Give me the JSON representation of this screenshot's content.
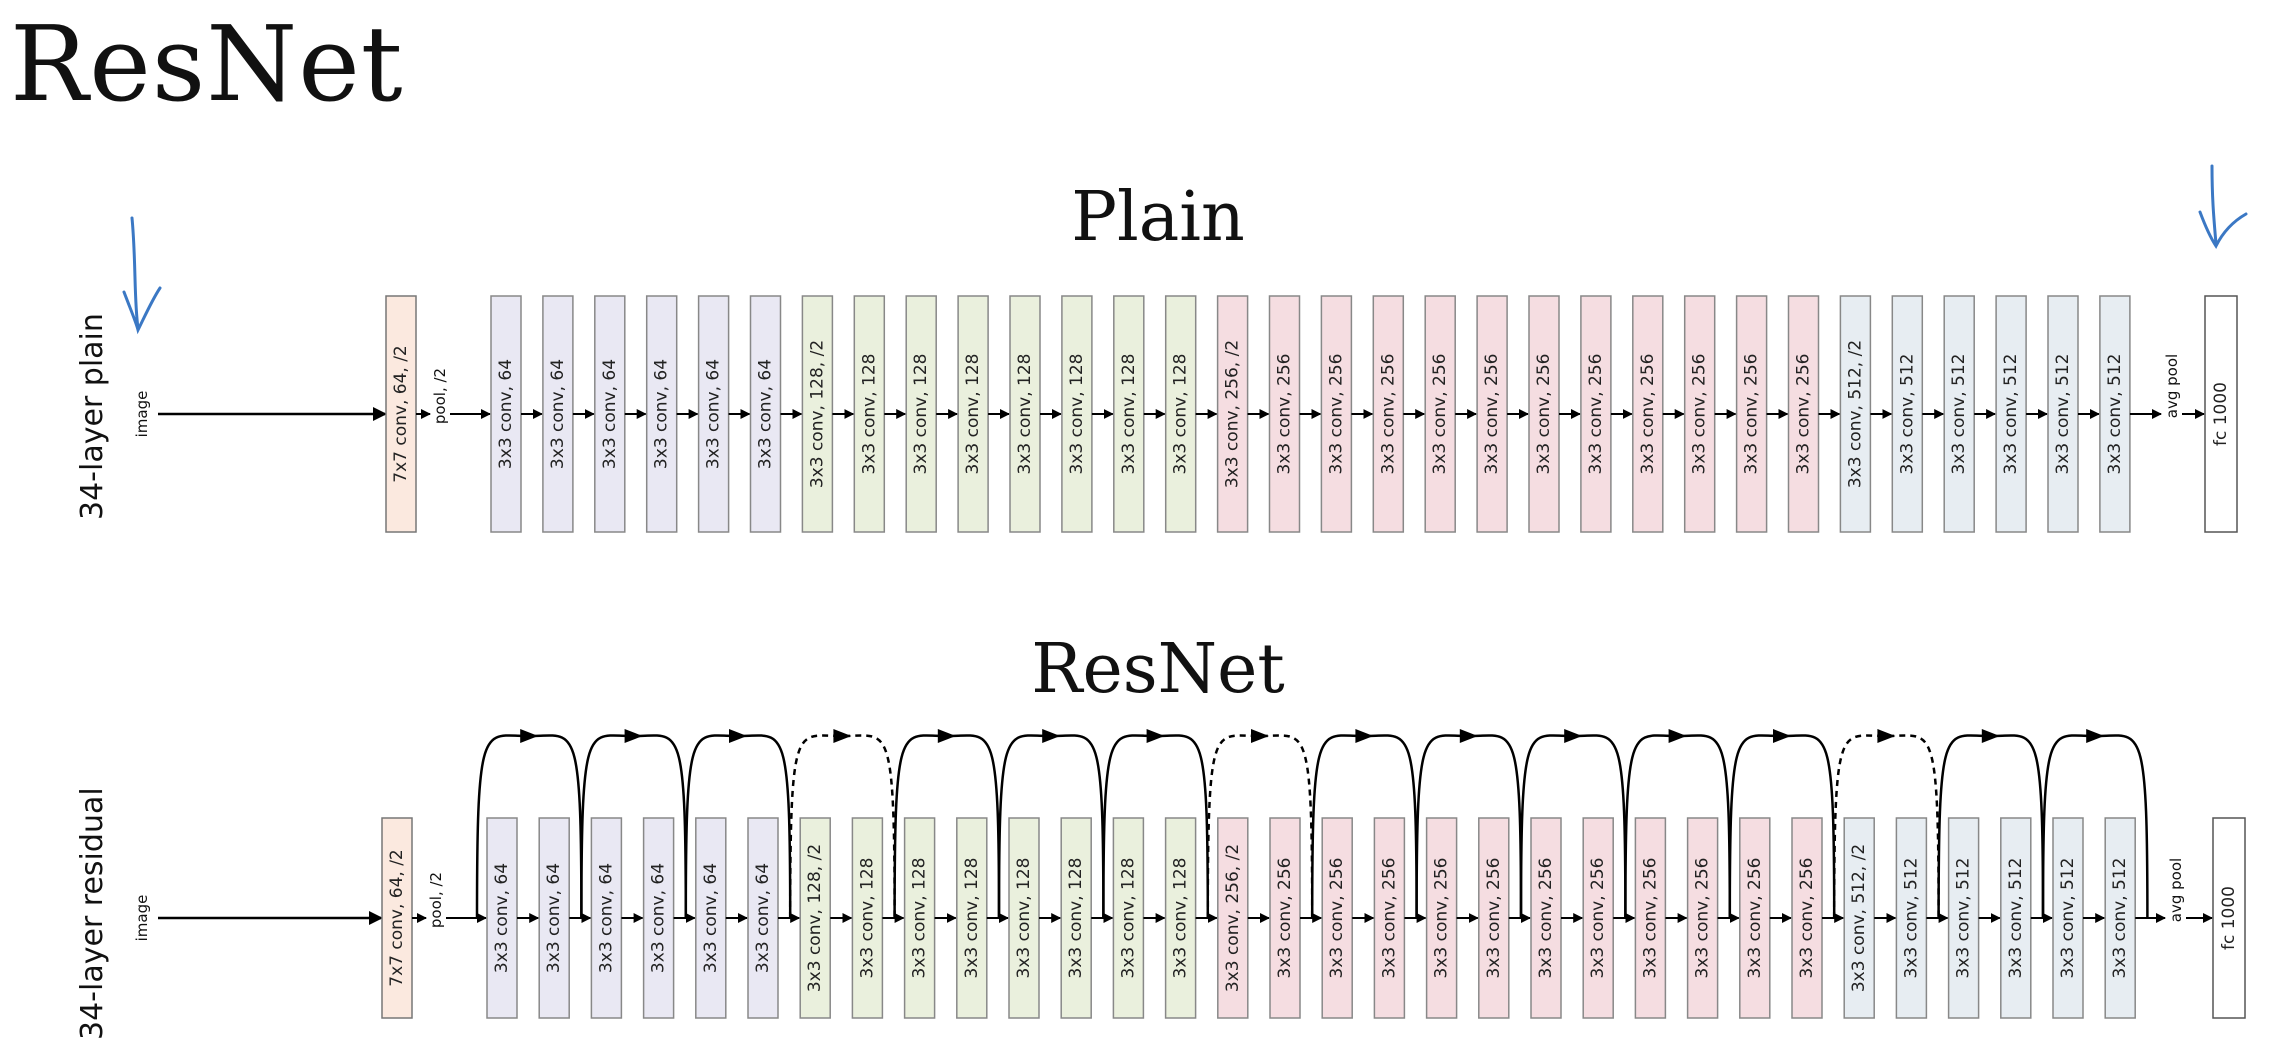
{
  "title": "ResNet",
  "plain": {
    "title": "Plain",
    "row_label": "34-layer plain"
  },
  "residual": {
    "title": "ResNet",
    "row_label": "34-layer residual"
  },
  "input_label": "image",
  "pool_label": "pool, /2",
  "avgpool_label": "avg pool",
  "first_layer": {
    "label": "7x7 conv, 64, /2",
    "color": "#fbe9df"
  },
  "fc_layer": {
    "label": "fc 1000",
    "color": "#ffffff"
  },
  "stages": [
    {
      "color": "#e9e8f3",
      "labels": [
        "3x3 conv, 64",
        "3x3 conv, 64",
        "3x3 conv, 64",
        "3x3 conv, 64",
        "3x3 conv, 64",
        "3x3 conv, 64"
      ]
    },
    {
      "color": "#eaf0dd",
      "labels": [
        "3x3 conv, 128, /2",
        "3x3 conv, 128",
        "3x3 conv, 128",
        "3x3 conv, 128",
        "3x3 conv, 128",
        "3x3 conv, 128",
        "3x3 conv, 128",
        "3x3 conv, 128"
      ]
    },
    {
      "color": "#f5dde1",
      "labels": [
        "3x3 conv, 256, /2",
        "3x3 conv, 256",
        "3x3 conv, 256",
        "3x3 conv, 256",
        "3x3 conv, 256",
        "3x3 conv, 256",
        "3x3 conv, 256",
        "3x3 conv, 256",
        "3x3 conv, 256",
        "3x3 conv, 256",
        "3x3 conv, 256",
        "3x3 conv, 256"
      ]
    },
    {
      "color": "#e7edf2",
      "labels": [
        "3x3 conv, 512, /2",
        "3x3 conv, 512",
        "3x3 conv, 512",
        "3x3 conv, 512",
        "3x3 conv, 512",
        "3x3 conv, 512"
      ]
    }
  ],
  "shortcuts": [
    "solid",
    "solid",
    "solid",
    "dashed",
    "solid",
    "solid",
    "solid",
    "dashed",
    "solid",
    "solid",
    "solid",
    "solid",
    "solid",
    "dashed",
    "solid",
    "solid"
  ],
  "annotation_color": "#3b78c4"
}
